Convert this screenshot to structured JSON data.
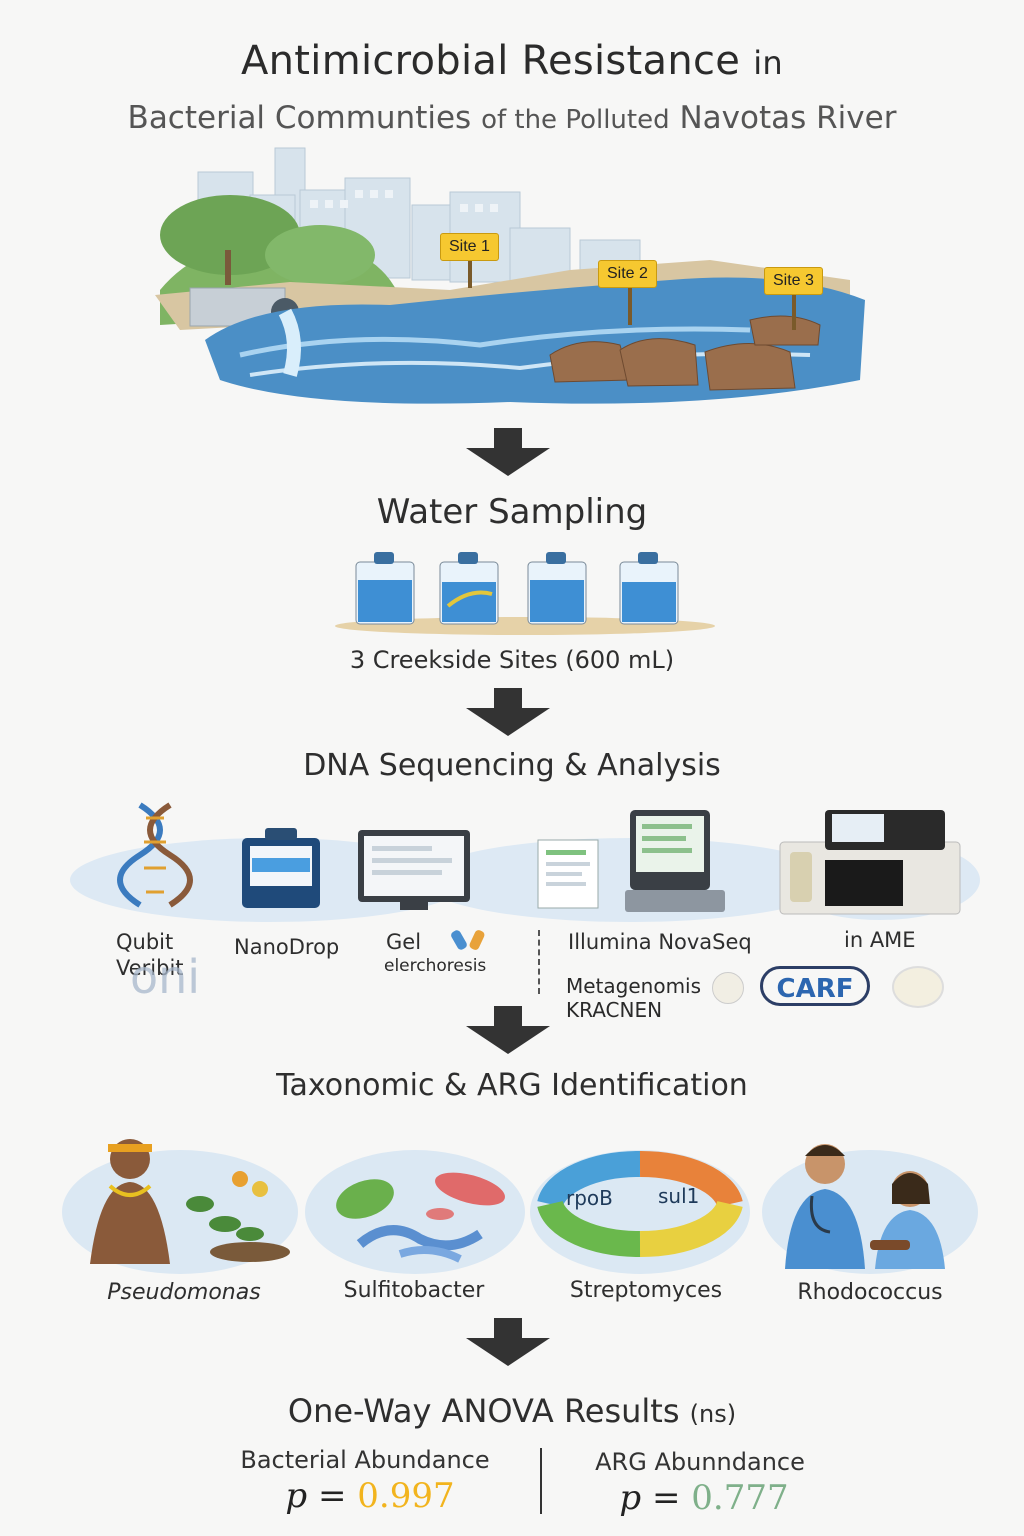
{
  "title": {
    "line1_main": "Antimicrobial Resistance",
    "line1_small": "in",
    "line2_main": "Bacterial Communties",
    "line2_small": "of the Polluted",
    "line2_end": "Navotas River"
  },
  "river": {
    "sites": [
      "Site 1",
      "Site 2",
      "Site 3"
    ]
  },
  "steps": {
    "sampling": {
      "heading": "Water Sampling",
      "caption": "3 Creekside Sites (600 mL)"
    },
    "sequencing": {
      "heading": "DNA Sequencing & Analysis",
      "labels": {
        "qubit_line1": "Qubit",
        "qubit_line2": "Veribit",
        "qubit_logo": "oni",
        "nanodrop": "NanoDrop",
        "gel_line1": "Gel",
        "gel_line2": "elerchoresis",
        "illumina": "Illumina NovaSeq",
        "ame": "in AME",
        "metagenomics": "Metagenomis",
        "kraken": "KRACNEN",
        "card": "CARF"
      }
    },
    "identification": {
      "heading": "Taxonomic & ARG Identification",
      "genes": [
        "rpoB",
        "sul1"
      ],
      "species": [
        "Pseudomonas",
        "Sulfitobacter",
        "Streptomyces",
        "Rhodococcus"
      ]
    },
    "anova": {
      "heading_main": "One-Way ANOVA Results",
      "heading_small": "(ns)",
      "results": [
        {
          "label": "Bacterial Abundance",
          "p_prefix": "p =",
          "p_value": "0.997",
          "color": "#f2b41e"
        },
        {
          "label": "ARG Abunndance",
          "p_prefix": "p =",
          "p_value": "0.777",
          "color": "#7fb08a"
        }
      ]
    }
  },
  "colors": {
    "arrow": "#333333",
    "water": "#4b8fc6",
    "sign": "#f6c830"
  }
}
